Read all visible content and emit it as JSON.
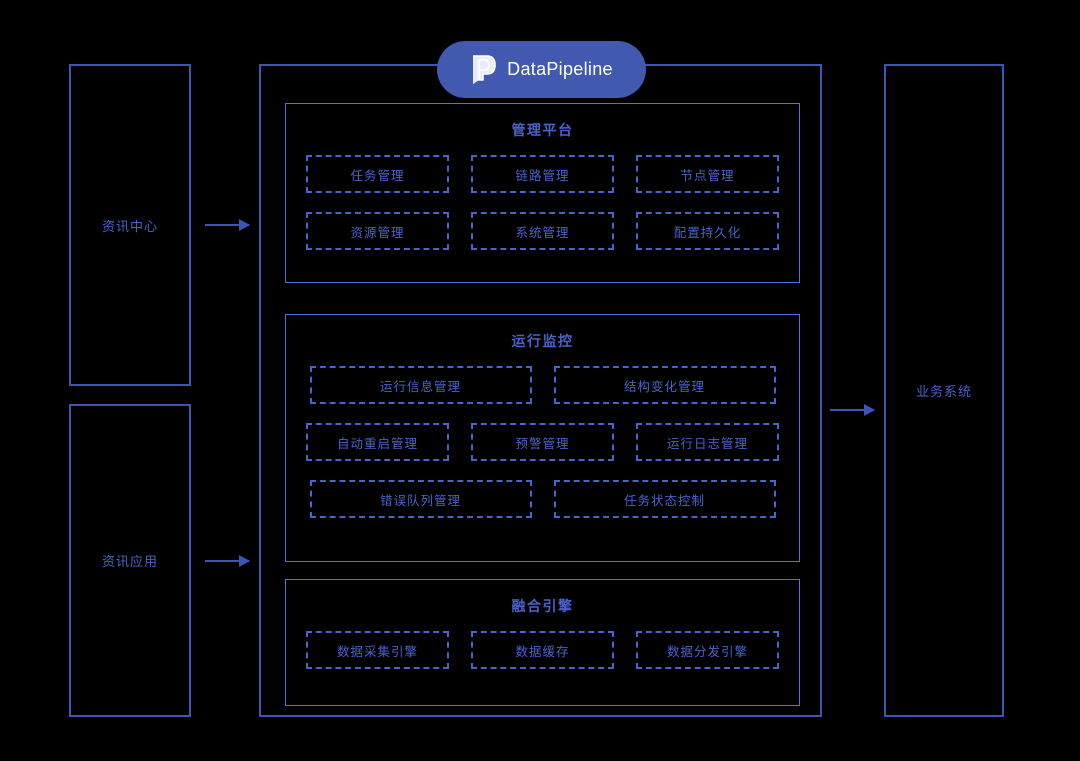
{
  "brand": {
    "name": "DataPipeline",
    "logo_icon": "datapipeline-logo-icon",
    "pill_color": "#4159ae"
  },
  "theme": {
    "background": "#000000",
    "border_blue": "#3f55b5",
    "inner_border_blue": "#5570d8",
    "text_blue": "#4a62c8",
    "dashed_blue": "#4a63cb"
  },
  "inputs": [
    {
      "label": "资讯中心",
      "arrow_icon": "arrow-right-icon"
    },
    {
      "label": "资讯应用",
      "arrow_icon": "arrow-right-icon"
    }
  ],
  "output": {
    "label": "业务系统",
    "arrow_icon": "arrow-right-icon"
  },
  "layers": [
    {
      "title": "管理平台",
      "rows": [
        [
          "任务管理",
          "链路管理",
          "节点管理"
        ],
        [
          "资源管理",
          "系统管理",
          "配置持久化"
        ]
      ]
    },
    {
      "title": "运行监控",
      "rows": [
        [
          "运行信息管理",
          "结构变化管理"
        ],
        [
          "自动重启管理",
          "预警管理",
          "运行日志管理"
        ],
        [
          "错误队列管理",
          "任务状态控制"
        ]
      ]
    },
    {
      "title": "融合引擎",
      "rows": [
        [
          "数据采集引擎",
          "数据缓存",
          "数据分发引擎"
        ]
      ]
    }
  ]
}
